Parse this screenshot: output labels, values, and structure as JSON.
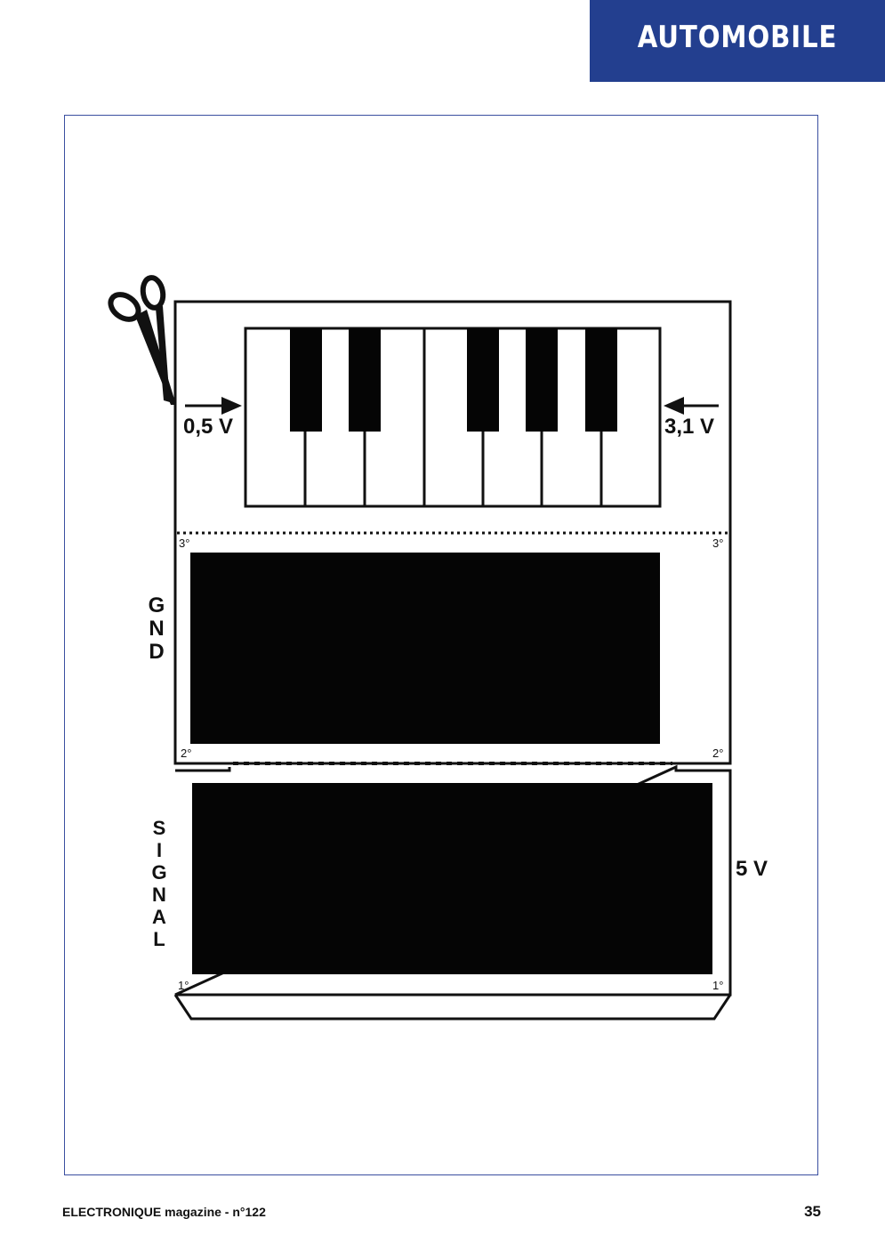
{
  "header": {
    "section_title": "AUTOMOBILE",
    "tab_color": "#233f8f"
  },
  "diagram": {
    "left_voltage": "0,5 V",
    "right_voltage": "3,1 V",
    "supply_voltage": "5 V",
    "gnd_letters": [
      "G",
      "N",
      "D"
    ],
    "signal_letters": [
      "S",
      "I",
      "G",
      "N",
      "A",
      "L"
    ],
    "fold_marks": [
      "3°",
      "2°",
      "1°"
    ],
    "icons": [
      "scissors-icon",
      "arrow-right-icon",
      "arrow-left-icon"
    ]
  },
  "footer": {
    "magazine": "ELECTRONIQUE magazine - n°122",
    "page_number": "35"
  }
}
